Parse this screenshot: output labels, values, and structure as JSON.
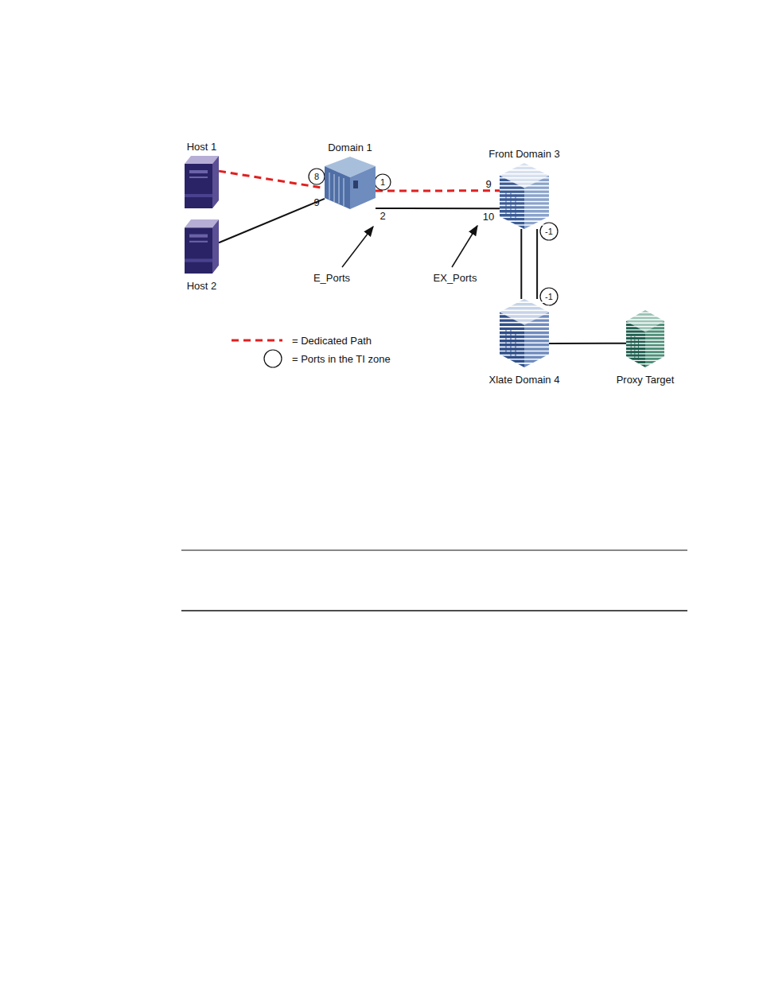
{
  "diagram": {
    "nodes": [
      {
        "text": [
          "Host 1"
        ]
      },
      {
        "text": [
          "Host 2"
        ]
      },
      {
        "text": [
          "Domain 1"
        ]
      },
      {
        "text": [
          "Front Domain 3"
        ]
      },
      {
        "text": [
          "Xlate Domain 4"
        ]
      },
      {
        "text": [
          "Proxy Target"
        ]
      }
    ],
    "edges": [
      {
        "from": 0,
        "to": 2,
        "arrow": "none"
      },
      {
        "from": 1,
        "to": 2,
        "arrow": "none"
      },
      {
        "from": 2,
        "to": 3,
        "arrow": "none"
      },
      {
        "from": 2,
        "to": 3,
        "arrow": "none"
      },
      {
        "from": 3,
        "to": 4,
        "arrow": "none"
      },
      {
        "from": 3,
        "to": 4,
        "arrow": "none"
      },
      {
        "from": 4,
        "to": 5,
        "arrow": "none"
      }
    ],
    "labels": [
      "8",
      "9",
      "1",
      "2",
      "9",
      "10",
      "E_Ports",
      "EX_Ports",
      "-1",
      "-1"
    ],
    "legend": [
      {
        "text": "= Dedicated Path"
      },
      {
        "text": "= Ports in the TI zone"
      }
    ]
  }
}
